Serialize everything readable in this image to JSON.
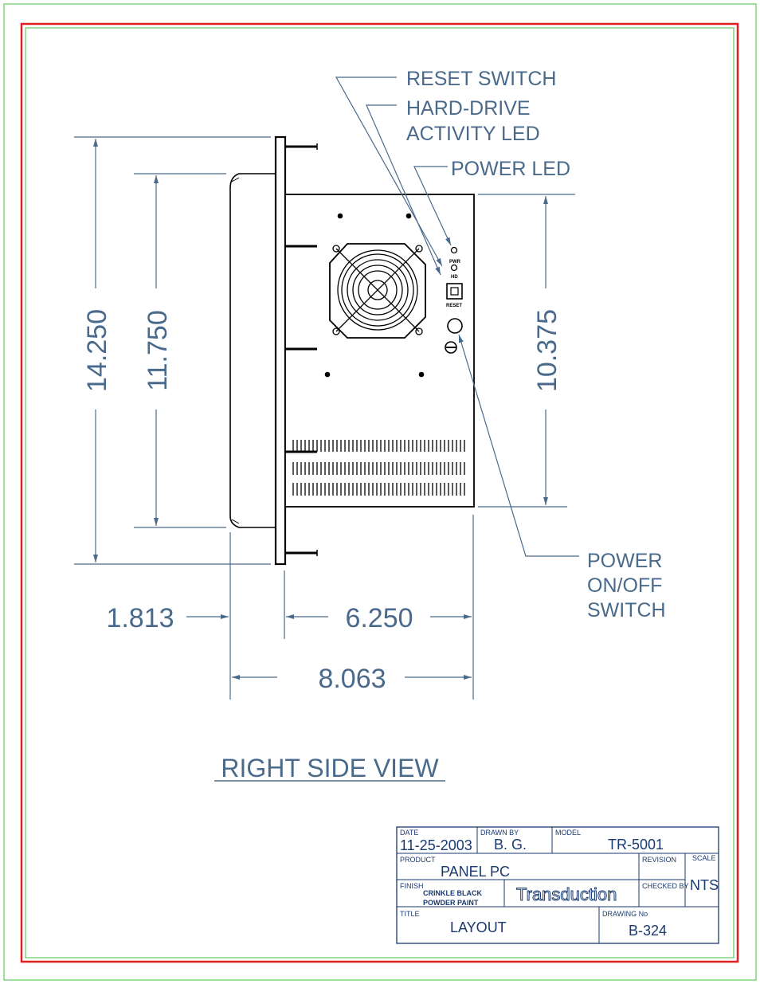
{
  "border_colors": {
    "outer": "#3fbf3f",
    "main": "#dd2020",
    "inner": "#3fbf3f",
    "drawing": "#000000",
    "dimension": "#4a6a8c",
    "title_block": "#1a3a70"
  },
  "callouts": {
    "reset_switch": "RESET SWITCH",
    "hdd_led_line1": "HARD-DRIVE",
    "hdd_led_line2": "ACTIVITY LED",
    "power_led": "POWER LED",
    "power_switch_line1": "POWER",
    "power_switch_line2": "ON/OFF",
    "power_switch_line3": "SWITCH"
  },
  "panel_labels": {
    "pwr": "PWR",
    "hd": "HD",
    "reset": "RESET"
  },
  "dimensions": {
    "overall_height": "14.250",
    "bezel_height": "11.750",
    "enclosure_height": "10.375",
    "bezel_depth": "1.813",
    "enclosure_depth": "6.250",
    "overall_depth": "8.063"
  },
  "view_title": "RIGHT SIDE VIEW",
  "title_block": {
    "date_label": "DATE",
    "date": "11-25-2003",
    "drawn_by_label": "DRAWN BY",
    "drawn_by": "B. G.",
    "model_label": "MODEL",
    "model": "TR-5001",
    "product_label": "PRODUCT",
    "product": "PANEL PC",
    "revision_label": "REVISION",
    "scale_label": "SCALE",
    "scale": "NTS",
    "finish_label": "FINISH",
    "finish_line1": "CRINKLE BLACK",
    "finish_line2": "POWDER PAINT",
    "company": "Transduction",
    "checked_by_label": "CHECKED BY",
    "title_label": "TITLE",
    "title": "LAYOUT",
    "drawing_no_label": "DRAWING No",
    "drawing_no": "B-324"
  }
}
